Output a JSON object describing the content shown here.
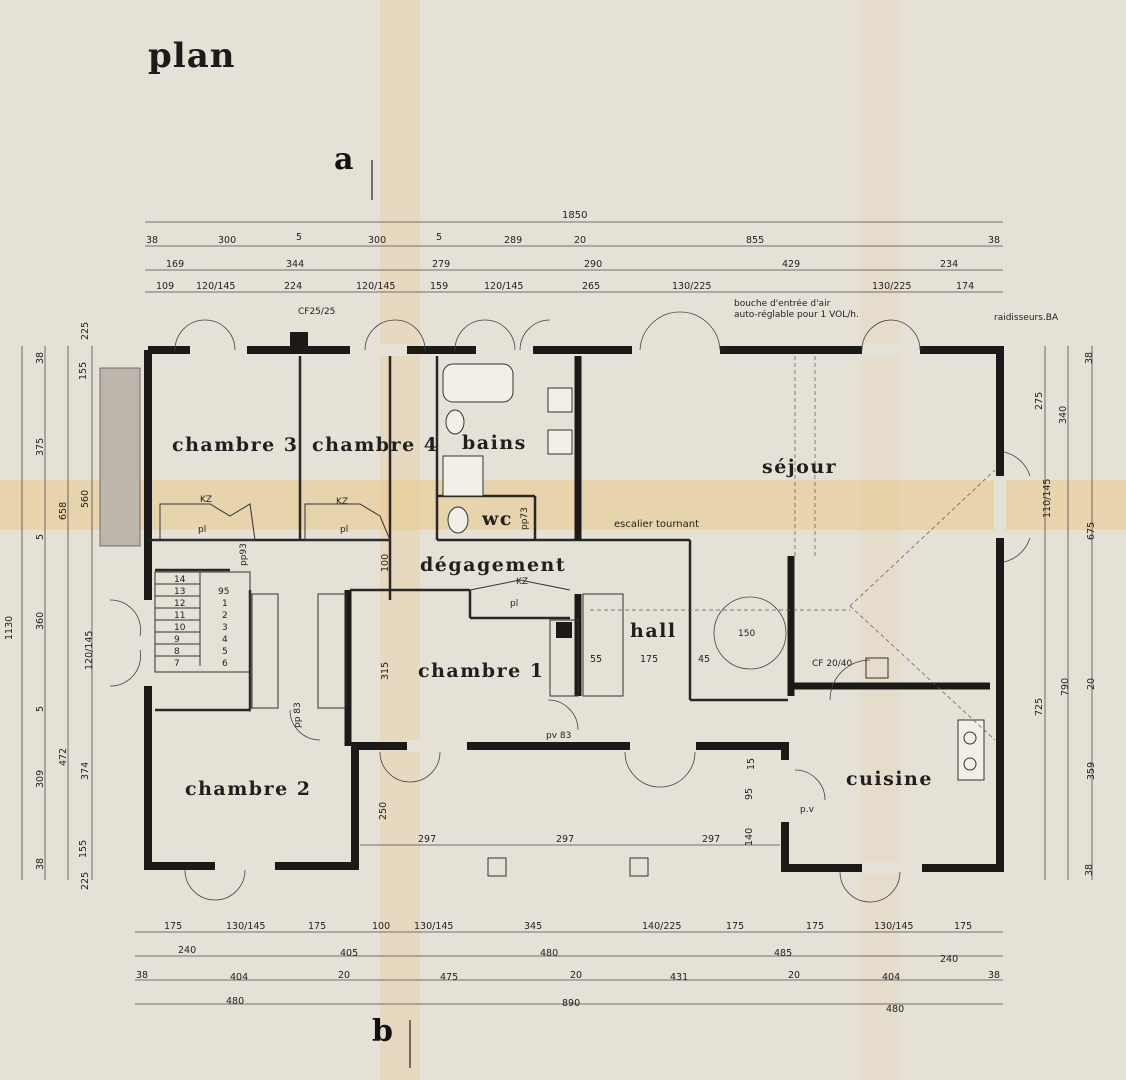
{
  "title": "plan",
  "section_marks": {
    "a": "a",
    "b": "b"
  },
  "rooms": {
    "chambre3": "chambre 3",
    "chambre4": "chambre 4",
    "bains": "bains",
    "wc": "wc",
    "sejour": "séjour",
    "degagement": "dégagement",
    "hall": "hall",
    "chambre1": "chambre 1",
    "chambre2": "chambre 2",
    "cuisine": "cuisine"
  },
  "annotations": {
    "cf_top": "CF25/25",
    "air_inlet_1": "bouche d'entrée d'air",
    "air_inlet_2": "auto-réglable pour 1 VOL/h.",
    "raidisseurs": "raidisseurs.BA",
    "escalier": "escalier tournant",
    "cf_kitchen": "CF 20/40",
    "kz": "KZ",
    "pl": "pl",
    "pp83": "pp 83",
    "pp73": "pp73",
    "pv83": "pv 83",
    "pv": "p.v",
    "pp93": "pp93",
    "stair_circle": "150"
  },
  "dims_top": {
    "overall": "1850",
    "row1": [
      "38",
      "300",
      "5",
      "300",
      "5",
      "289",
      "20",
      "855",
      "38"
    ],
    "row2": [
      "169",
      "344",
      "279",
      "290",
      "429",
      "234"
    ],
    "row3": [
      "109",
      "120/145",
      "224",
      "120/145",
      "159",
      "120/145",
      "265",
      "130/225",
      "130/225",
      "174"
    ]
  },
  "dims_bottom": {
    "row1": [
      "175",
      "130/145",
      "175",
      "100",
      "130/145",
      "345",
      "140/225",
      "175",
      "175",
      "130/145",
      "175"
    ],
    "row2": [
      "240",
      "405",
      "480",
      "485",
      "240"
    ],
    "row3": [
      "38",
      "404",
      "20",
      "475",
      "20",
      "431",
      "20",
      "404",
      "38"
    ],
    "row4": [
      "480",
      "890",
      "480"
    ]
  },
  "dims_left": [
    "1130",
    "38",
    "155",
    "375",
    "658",
    "560",
    "5",
    "360",
    "120/145",
    "5",
    "472",
    "309",
    "374",
    "155",
    "38",
    "225",
    "225"
  ],
  "dims_right": [
    "38",
    "275",
    "340",
    "110/145",
    "675",
    "20",
    "725",
    "790",
    "359",
    "38"
  ],
  "dims_inner": [
    "297",
    "297",
    "297",
    "315",
    "100",
    "250",
    "95",
    "140",
    "55",
    "175",
    "45",
    "15"
  ],
  "stair_numbers_left": [
    "14",
    "13",
    "12",
    "11",
    "10",
    "9",
    "8",
    "7"
  ],
  "stair_numbers_right": [
    "95",
    "1",
    "2",
    "3",
    "4",
    "5",
    "6"
  ]
}
